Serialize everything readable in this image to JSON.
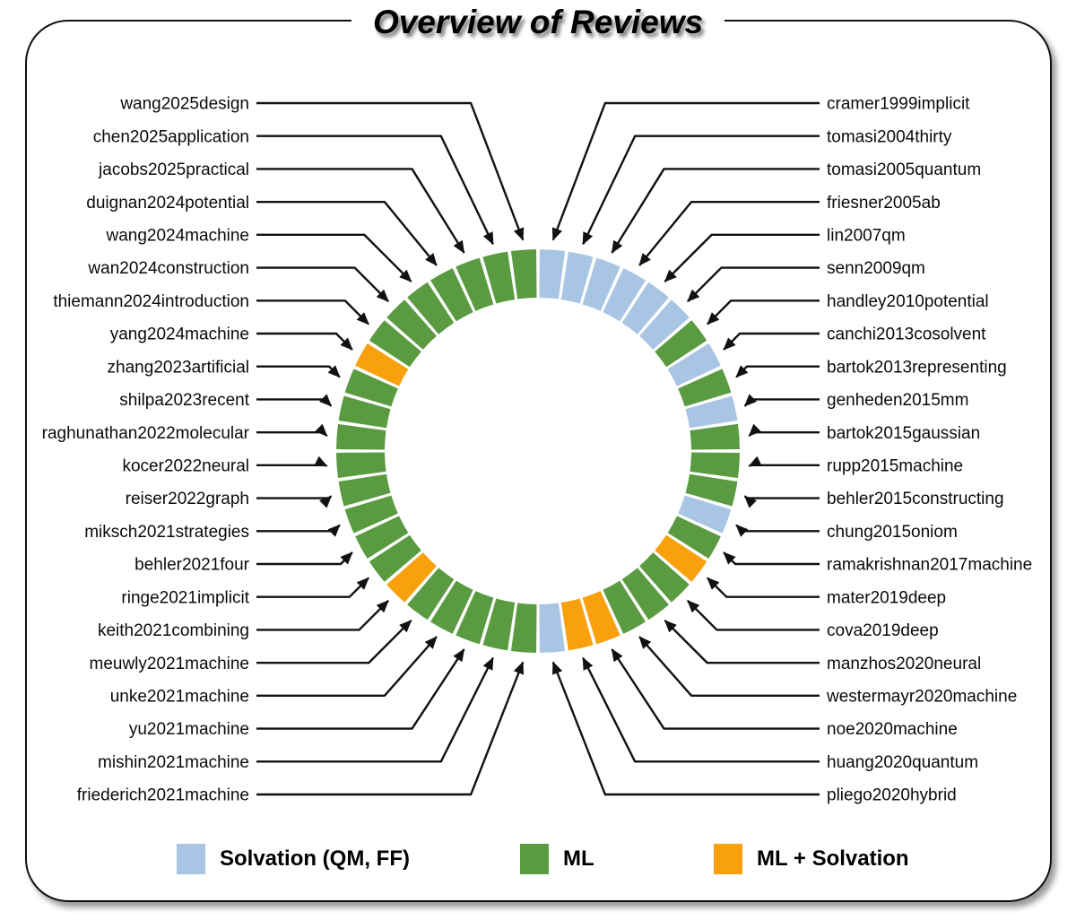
{
  "title": "Overview of Reviews",
  "colors": {
    "solvation": "#a8c5e4",
    "ml": "#5a9b41",
    "ml_solvation": "#f9a00d",
    "line": "#111111"
  },
  "legend": {
    "items": [
      {
        "label": "Solvation (QM, FF)",
        "category": "solvation"
      },
      {
        "label": "ML",
        "category": "ml"
      },
      {
        "label": "ML + Solvation",
        "category": "ml_solvation"
      }
    ]
  },
  "chart_data": {
    "type": "donut-label-ring",
    "description": "44 equal ring segments clockwise from 12 o'clock; first 22 labelled down the right column, last 22 labelled up the left column",
    "segments_clockwise_from_top": [
      {
        "label": "cramer1999implicit",
        "category": "solvation"
      },
      {
        "label": "tomasi2004thirty",
        "category": "solvation"
      },
      {
        "label": "tomasi2005quantum",
        "category": "solvation"
      },
      {
        "label": "friesner2005ab",
        "category": "solvation"
      },
      {
        "label": "lin2007qm",
        "category": "solvation"
      },
      {
        "label": "senn2009qm",
        "category": "solvation"
      },
      {
        "label": "handley2010potential",
        "category": "ml"
      },
      {
        "label": "canchi2013cosolvent",
        "category": "solvation"
      },
      {
        "label": "bartok2013representing",
        "category": "ml"
      },
      {
        "label": "genheden2015mm",
        "category": "solvation"
      },
      {
        "label": "bartok2015gaussian",
        "category": "ml"
      },
      {
        "label": "rupp2015machine",
        "category": "ml"
      },
      {
        "label": "behler2015constructing",
        "category": "ml"
      },
      {
        "label": "chung2015oniom",
        "category": "solvation"
      },
      {
        "label": "ramakrishnan2017machine",
        "category": "ml"
      },
      {
        "label": "mater2019deep",
        "category": "ml_solvation"
      },
      {
        "label": "cova2019deep",
        "category": "ml"
      },
      {
        "label": "manzhos2020neural",
        "category": "ml"
      },
      {
        "label": "westermayr2020machine",
        "category": "ml"
      },
      {
        "label": "noe2020machine",
        "category": "ml_solvation"
      },
      {
        "label": "huang2020quantum",
        "category": "ml_solvation"
      },
      {
        "label": "pliego2020hybrid",
        "category": "solvation"
      },
      {
        "label": "friederich2021machine",
        "category": "ml"
      },
      {
        "label": "mishin2021machine",
        "category": "ml"
      },
      {
        "label": "yu2021machine",
        "category": "ml"
      },
      {
        "label": "unke2021machine",
        "category": "ml"
      },
      {
        "label": "meuwly2021machine",
        "category": "ml"
      },
      {
        "label": "keith2021combining",
        "category": "ml_solvation"
      },
      {
        "label": "ringe2021implicit",
        "category": "ml"
      },
      {
        "label": "behler2021four",
        "category": "ml"
      },
      {
        "label": "miksch2021strategies",
        "category": "ml"
      },
      {
        "label": "reiser2022graph",
        "category": "ml"
      },
      {
        "label": "kocer2022neural",
        "category": "ml"
      },
      {
        "label": "raghunathan2022molecular",
        "category": "ml"
      },
      {
        "label": "shilpa2023recent",
        "category": "ml"
      },
      {
        "label": "zhang2023artificial",
        "category": "ml"
      },
      {
        "label": "yang2024machine",
        "category": "ml_solvation"
      },
      {
        "label": "thiemann2024introduction",
        "category": "ml"
      },
      {
        "label": "wan2024construction",
        "category": "ml"
      },
      {
        "label": "wang2024machine",
        "category": "ml"
      },
      {
        "label": "duignan2024potential",
        "category": "ml"
      },
      {
        "label": "jacobs2025practical",
        "category": "ml"
      },
      {
        "label": "chen2025application",
        "category": "ml"
      },
      {
        "label": "wang2025design",
        "category": "ml"
      }
    ]
  }
}
